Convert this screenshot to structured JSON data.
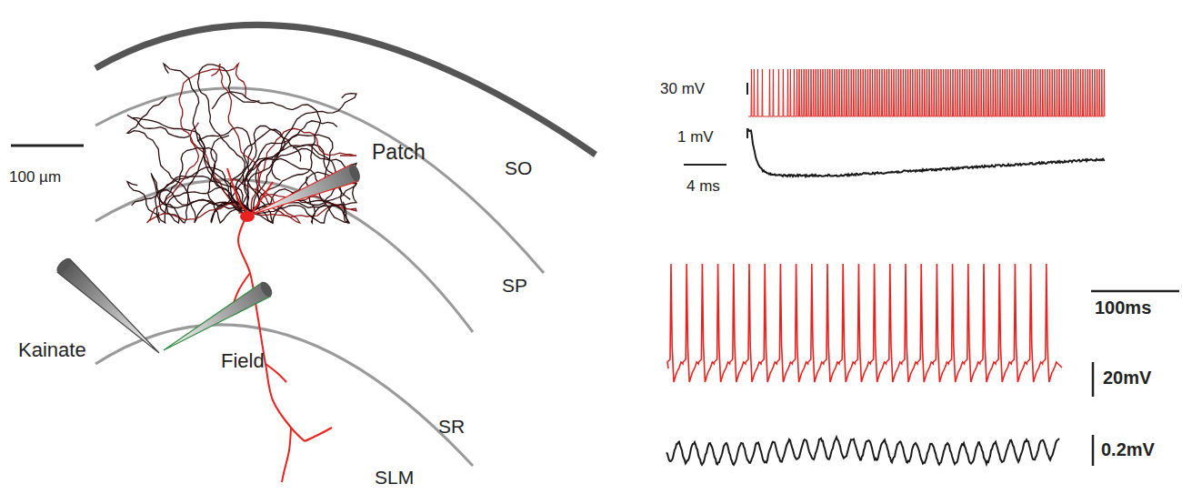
{
  "diagram": {
    "labels": [
      "100 µm",
      "Patch",
      "SO",
      "SP",
      "SR",
      "SLM",
      "Kainate",
      "Field",
      "30 mV",
      "1 mV",
      "4 ms",
      "100ms",
      "20mV",
      "0.2mV"
    ]
  }
}
